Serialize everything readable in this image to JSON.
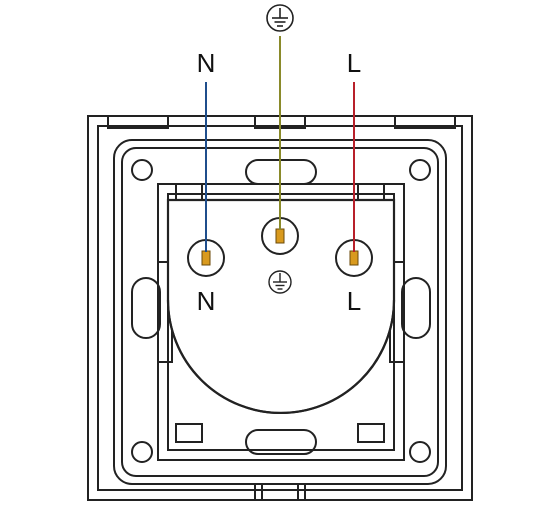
{
  "labels": {
    "top_neutral": "N",
    "top_live": "L",
    "inner_neutral": "N",
    "inner_live": "L"
  },
  "icons": {
    "top_ground": "ground-symbol-circle",
    "inner_ground": "ground-symbol-circle"
  },
  "colors": {
    "neutral_wire": "#1f4e8c",
    "ground_wire": "#8a8a2a",
    "live_wire": "#b8202a",
    "outline": "#222222",
    "terminal": "#d99a1e"
  }
}
